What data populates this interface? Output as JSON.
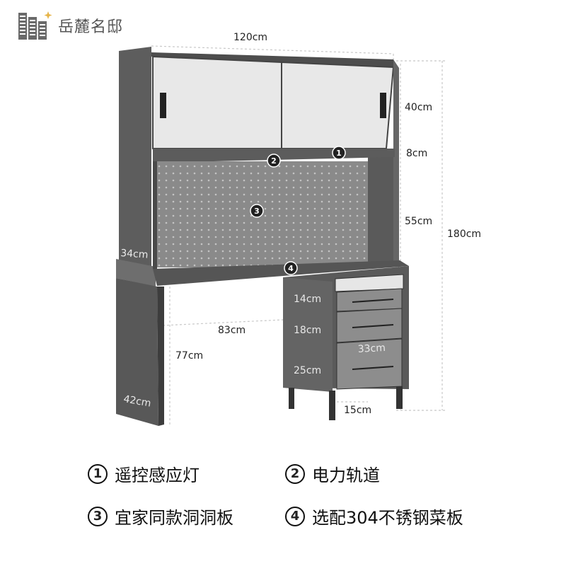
{
  "brand": {
    "name": "岳麓名邸"
  },
  "dimensions": {
    "width_top": "120cm",
    "cabinet_height": "40cm",
    "rail_height": "8cm",
    "pegboard_height": "55cm",
    "total_height": "180cm",
    "hutch_depth": "34cm",
    "desk_span": "83cm",
    "desk_height": "77cm",
    "leg_depth": "42cm",
    "drawer1": "14cm",
    "drawer2": "18cm",
    "drawer3": "25cm",
    "drawer_width": "33cm",
    "leg_clearance": "15cm"
  },
  "markers": {
    "m1": "1",
    "m2": "2",
    "m3": "3",
    "m4": "4"
  },
  "legend": [
    {
      "num": "1",
      "label": "遥控感应灯"
    },
    {
      "num": "2",
      "label": "电力轨道"
    },
    {
      "num": "3",
      "label": "宜家同款洞洞板"
    },
    {
      "num": "4",
      "label": "选配304不锈钢菜板"
    }
  ],
  "colors": {
    "frame": "#555555",
    "door": "#e8e8e8",
    "pegboard": "#8a8a8a",
    "dim_line": "#c8c8c8",
    "logo_accent": "#e6b54a"
  }
}
